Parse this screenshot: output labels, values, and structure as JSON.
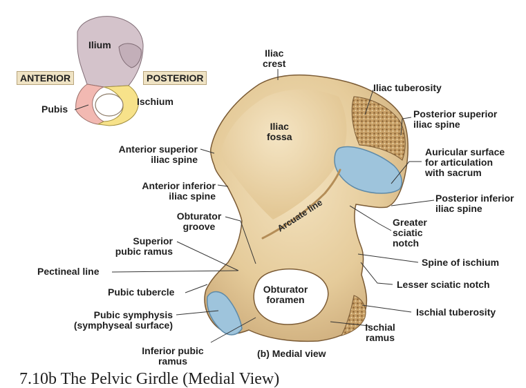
{
  "inset": {
    "ilium": "Ilium",
    "anterior": "ANTERIOR",
    "posterior": "POSTERIOR",
    "pubis": "Pubis",
    "ischium": "Ischium",
    "colors": {
      "ilium": "#d4c3cb",
      "pubis": "#f2b9b2",
      "ischium": "#f7e28a"
    }
  },
  "labels": {
    "iliac_crest": [
      "Iliac",
      "crest"
    ],
    "iliac_tuberosity": "Iliac tuberosity",
    "posterior_superior_iliac_spine": [
      "Posterior superior",
      "iliac spine"
    ],
    "iliac_fossa": [
      "Iliac",
      "fossa"
    ],
    "auricular_surface": [
      "Auricular surface",
      "for articulation",
      "with sacrum"
    ],
    "anterior_superior_iliac_spine": [
      "Anterior superior",
      "iliac spine"
    ],
    "anterior_inferior_iliac_spine": [
      "Anterior inferior",
      "iliac spine"
    ],
    "posterior_inferior_iliac_spine": [
      "Posterior inferior",
      "iliac spine"
    ],
    "arcuate_line": "Arcuate line",
    "obturator_groove": [
      "Obturator",
      "groove"
    ],
    "greater_sciatic_notch": [
      "Greater",
      "sciatic",
      "notch"
    ],
    "superior_pubic_ramus": [
      "Superior",
      "pubic ramus"
    ],
    "spine_of_ischium": "Spine of ischium",
    "pectineal_line": "Pectineal line",
    "lesser_sciatic_notch": "Lesser sciatic notch",
    "pubic_tubercle": "Pubic tubercle",
    "obturator_foramen": [
      "Obturator",
      "foramen"
    ],
    "ischial_tuberosity": "Ischial tuberosity",
    "pubic_symphysis": [
      "Pubic symphysis",
      "(symphyseal surface)"
    ],
    "ischial_ramus": [
      "Ischial",
      "ramus"
    ],
    "inferior_pubic_ramus": [
      "Inferior pubic",
      "ramus"
    ],
    "view": "(b) Medial view"
  },
  "caption": "7.10b  The Pelvic Girdle (Medial View)",
  "colors": {
    "bone": "#ead3a8",
    "bone_shadow": "#c9a776",
    "articular": "#9ec4dc",
    "outline": "#7a5a34"
  }
}
